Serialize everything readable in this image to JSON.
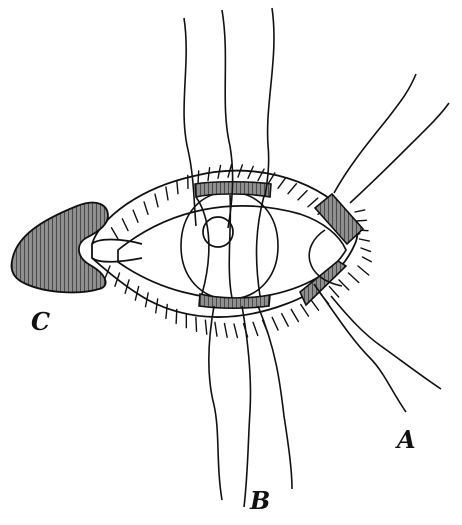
{
  "figure": {
    "labels": {
      "a": "A",
      "b": "B",
      "c": "C"
    },
    "colors": {
      "ink": "#111111",
      "paper": "#ffffff",
      "hatch_fill": "#8f8f8f"
    }
  }
}
